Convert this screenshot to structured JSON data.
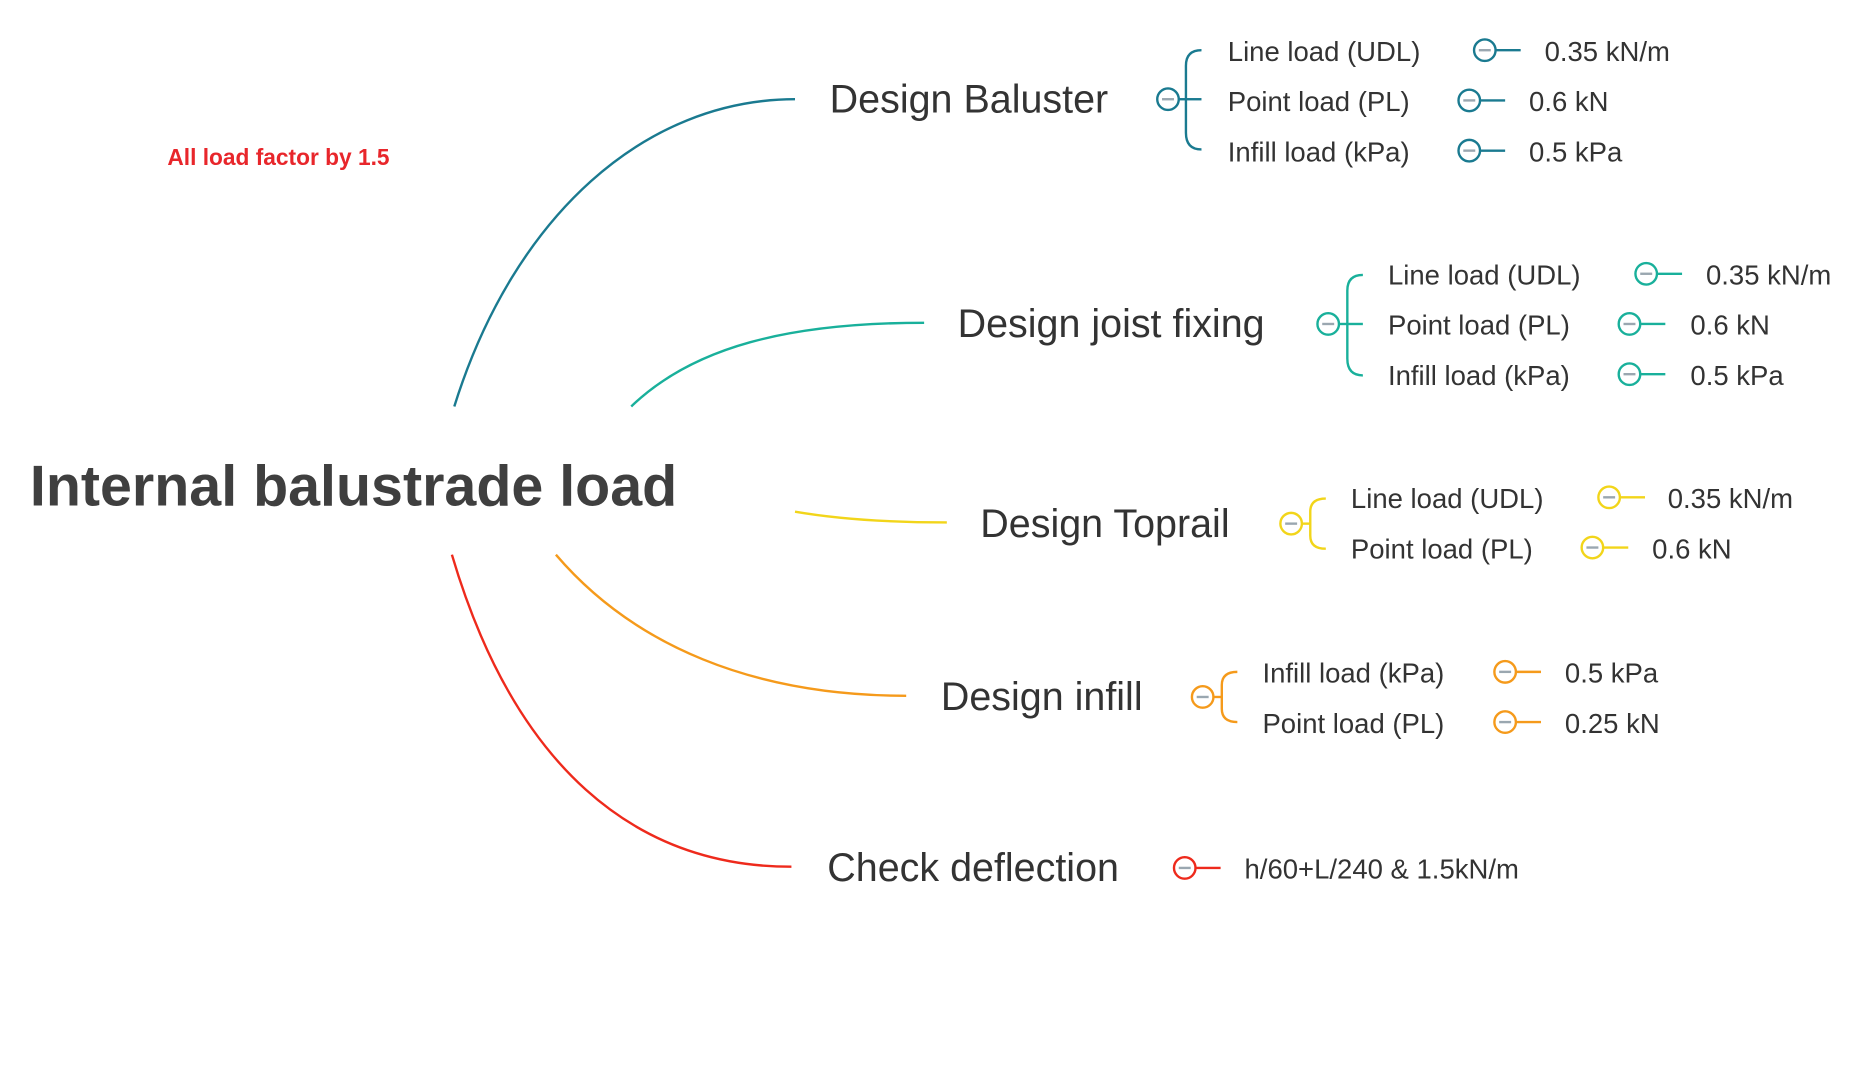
{
  "root": {
    "title": "Internal balustrade load"
  },
  "note": "All load factor by 1.5",
  "colors": {
    "baluster": "#1a7a90",
    "joist": "#19b09b",
    "toprail": "#f2d51a",
    "infill": "#f59a1b",
    "deflection": "#ee2a1c",
    "note": "#e8262b"
  },
  "branches": [
    {
      "title": "Design Baluster",
      "color": "#1a7a90",
      "items": [
        {
          "label": "Line load (UDL)",
          "value": "0.35 kN/m"
        },
        {
          "label": "Point load (PL)",
          "value": "0.6 kN"
        },
        {
          "label": "Infill load (kPa)",
          "value": "0.5 kPa"
        }
      ]
    },
    {
      "title": "Design joist fixing",
      "color": "#19b09b",
      "items": [
        {
          "label": "Line load (UDL)",
          "value": "0.35 kN/m"
        },
        {
          "label": "Point load (PL)",
          "value": "0.6 kN"
        },
        {
          "label": "Infill load (kPa)",
          "value": "0.5 kPa"
        }
      ]
    },
    {
      "title": "Design Toprail",
      "color": "#f2d51a",
      "items": [
        {
          "label": "Line load (UDL)",
          "value": "0.35 kN/m"
        },
        {
          "label": "Point load (PL)",
          "value": "0.6 kN"
        }
      ]
    },
    {
      "title": "Design infill",
      "color": "#f59a1b",
      "items": [
        {
          "label": "Infill load (kPa)",
          "value": "0.5 kPa"
        },
        {
          "label": "Point load (PL)",
          "value": "0.25 kN"
        }
      ]
    },
    {
      "title": "Check deflection",
      "color": "#ee2a1c",
      "items": [
        {
          "value": "h/60+L/240 & 1.5kN/m"
        }
      ]
    }
  ]
}
